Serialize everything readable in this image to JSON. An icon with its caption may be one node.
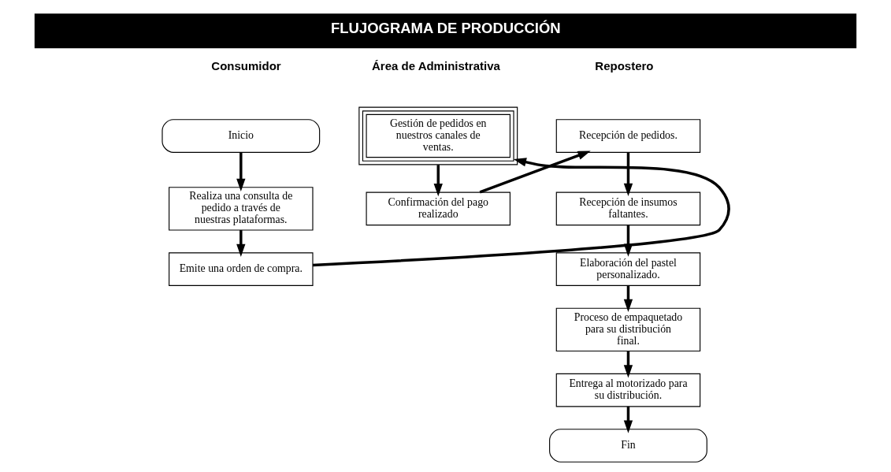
{
  "diagram": {
    "title": "FLUJOGRAMA DE PRODUCCIÓN",
    "nodes": [
      {
        "text": [
          "Inicio"
        ]
      },
      {
        "text": [
          "Realiza una consulta de pedido a través de nuestras plataformas."
        ]
      },
      {
        "text": [
          "Emite una orden de compra."
        ]
      },
      {
        "text": [
          "Gestión de pedidos en nuestros canales de ventas."
        ]
      },
      {
        "text": [
          "Confirmación del pago realizado"
        ]
      },
      {
        "text": [
          "Recepción de pedidos."
        ]
      },
      {
        "text": [
          "Recepción de insumos faltantes."
        ]
      },
      {
        "text": [
          "Elaboración del pastel personalizado."
        ]
      },
      {
        "text": [
          "Proceso de empaquetado para su distribución final."
        ]
      },
      {
        "text": [
          "Entrega al motorizado para su distribución."
        ]
      },
      {
        "text": [
          "Fin"
        ]
      }
    ],
    "edges": [
      {
        "from": 0,
        "to": 1,
        "arrow": "to"
      },
      {
        "from": 1,
        "to": 2,
        "arrow": "to"
      },
      {
        "from": 2,
        "to": 3,
        "arrow": "to"
      },
      {
        "from": 3,
        "to": 4,
        "arrow": "to"
      },
      {
        "from": 4,
        "to": 5,
        "arrow": "to"
      },
      {
        "from": 5,
        "to": 6,
        "arrow": "to"
      },
      {
        "from": 6,
        "to": 7,
        "arrow": "to"
      },
      {
        "from": 7,
        "to": 8,
        "arrow": "to"
      },
      {
        "from": 8,
        "to": 9,
        "arrow": "to"
      },
      {
        "from": 9,
        "to": 10,
        "arrow": "to"
      }
    ],
    "labels": [
      "Consumidor",
      "Área de Administrativa",
      "Repostero"
    ]
  }
}
